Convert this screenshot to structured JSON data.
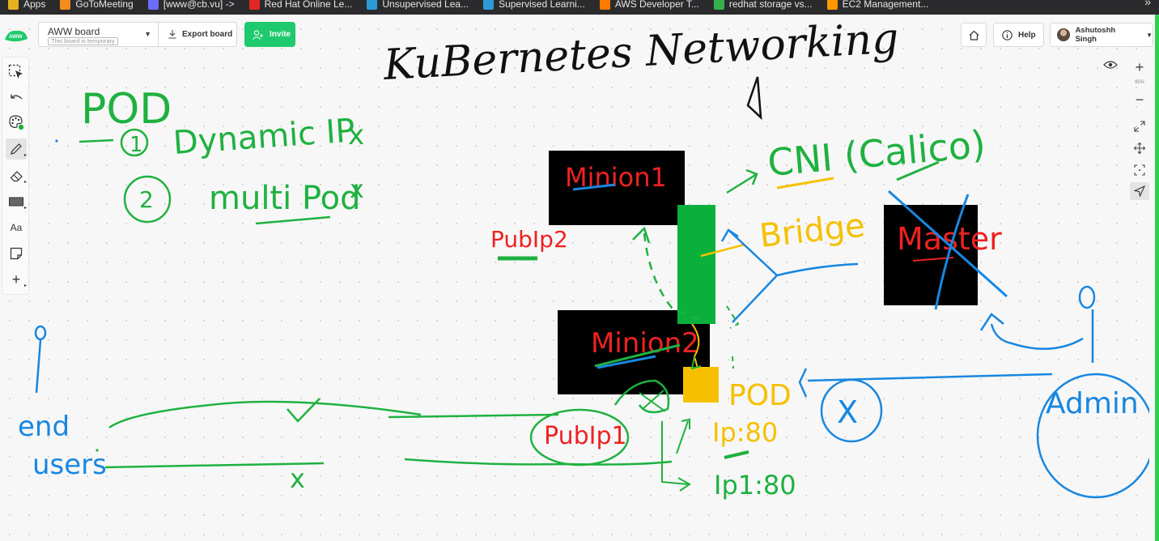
{
  "browser": {
    "bookmarks": [
      {
        "label": "Apps",
        "color": "#e8b21e"
      },
      {
        "label": "GoToMeeting",
        "color": "#f28c1c"
      },
      {
        "label": "[www@cb.vu] ->",
        "color": "#6c6cff"
      },
      {
        "label": "Red Hat Online Le...",
        "color": "#e22626"
      },
      {
        "label": "Unsupervised Lea...",
        "color": "#2b9bd8"
      },
      {
        "label": "Supervised Learni...",
        "color": "#2b9bd8"
      },
      {
        "label": "AWS Developer T...",
        "color": "#ff7a00"
      },
      {
        "label": "redhat storage vs...",
        "color": "#36b04a"
      },
      {
        "label": "EC2 Management...",
        "color": "#ff9900"
      }
    ],
    "more": "»"
  },
  "toolbar": {
    "logo_text": "AWW",
    "board_name": "AWW board",
    "board_tag": "This board is temporary",
    "export_label": "Export board",
    "invite_label": "Invite",
    "help_label": "Help",
    "user_name": "Ashutoshh Singh"
  },
  "left_tools": [
    {
      "name": "select-tool",
      "icon": "select-icon"
    },
    {
      "name": "undo-tool",
      "icon": "undo-icon"
    },
    {
      "name": "color-tool",
      "icon": "palette-icon"
    },
    {
      "name": "pen-tool",
      "icon": "pen-icon"
    },
    {
      "name": "eraser-tool",
      "icon": "eraser-icon"
    },
    {
      "name": "shape-tool",
      "icon": "rectangle-icon"
    },
    {
      "name": "text-tool",
      "label": "Aa"
    },
    {
      "name": "sticky-note-tool",
      "icon": "sticky-note-icon"
    },
    {
      "name": "add-tool",
      "icon": "plus-icon"
    }
  ],
  "zoom": {
    "level": "95%",
    "plus": "+",
    "minus": "−"
  },
  "colors": {
    "green": "#1fb140",
    "blue": "#1887e0",
    "red": "#ee2222",
    "yellow": "#f6c000",
    "black": "#111111",
    "accent": "#1fc96d"
  },
  "whiteboard_text": {
    "title": "KuBernetes Networking",
    "pod": "POD",
    "one": "1",
    "dynamic_ip": "Dynamic IP",
    "two": "2",
    "multi_pod": "multi Pod",
    "x1": "x",
    "x2": "x",
    "minion1": "Minion1",
    "minion2": "Minion2",
    "pubip2": "PubIp2",
    "master": "Master",
    "cni": "CNI (Calico)",
    "bridge": "Bridge",
    "pubip1": "PubIp1",
    "pod2": "POD",
    "ip80": "Ip:80",
    "ip1_80": "Ip1:80",
    "end_users": "end users",
    "x3": "x",
    "x_circle": "X",
    "admin_dev": "Admin dev"
  }
}
